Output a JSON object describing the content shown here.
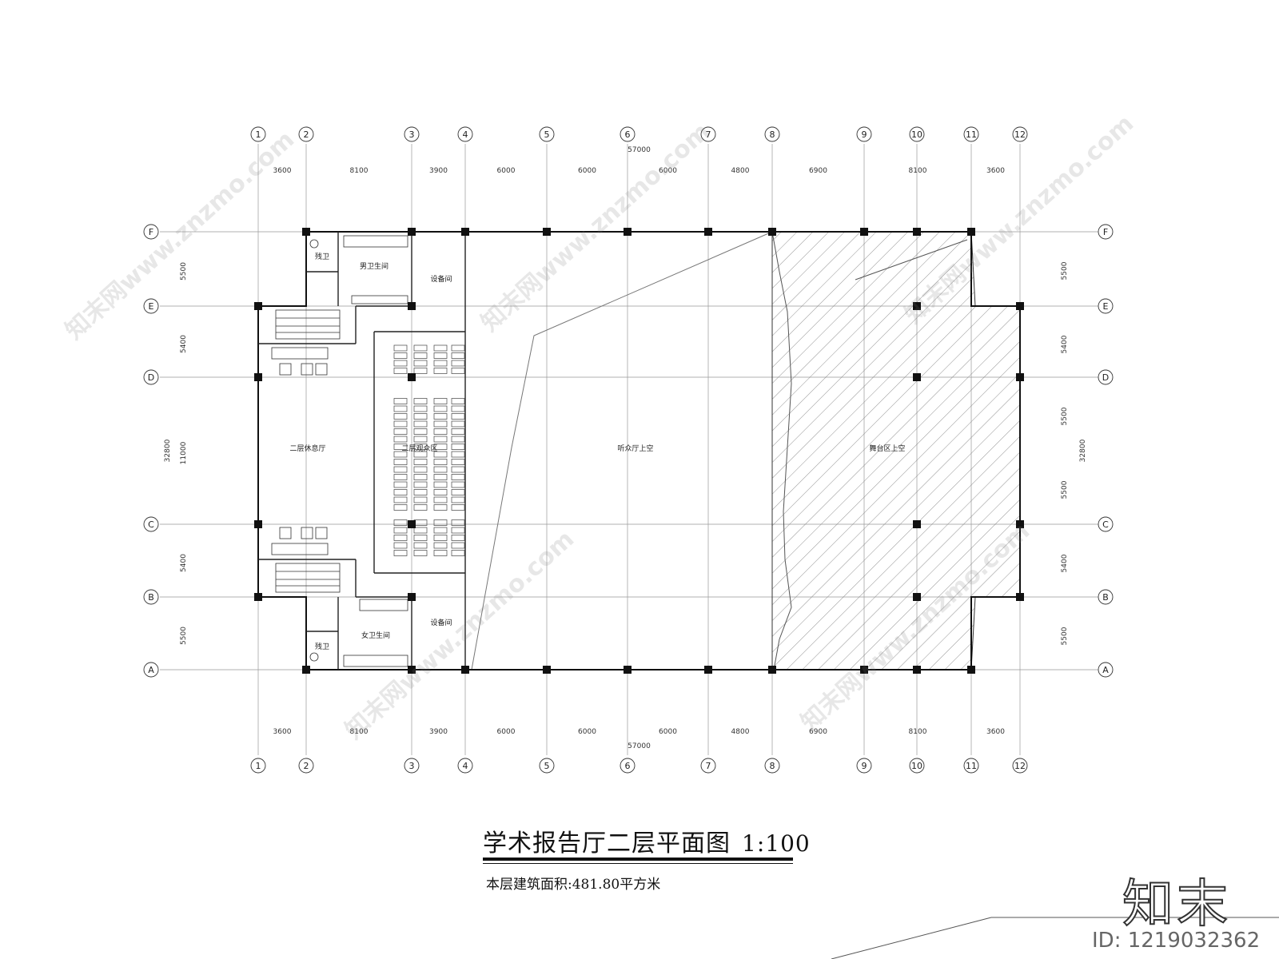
{
  "drawing": {
    "title": "学术报告厅二层平面图",
    "scale": "1:100",
    "area_note": "本层建筑面积:481.80平方米",
    "brand": "知末",
    "brand_id": "ID: 1219032362",
    "watermark": "知末网www.znzmo.com"
  },
  "axes": {
    "columns": [
      "1",
      "2",
      "3",
      "4",
      "5",
      "6",
      "7",
      "8",
      "9",
      "10",
      "11",
      "12"
    ],
    "rows": [
      "A",
      "B",
      "C",
      "D",
      "E",
      "F"
    ]
  },
  "dimensions": {
    "overall_width": "57000",
    "overall_depth": "32800",
    "span_labels_x": [
      "3600",
      "8100",
      "3900",
      "6000",
      "6000",
      "6000",
      "4800",
      "6900",
      "8100",
      "3600"
    ],
    "span_labels_y_left": [
      "5500",
      "5400",
      "11000",
      "5400",
      "5500"
    ],
    "span_labels_y_right": [
      "5500",
      "5400",
      "5500",
      "5500",
      "5400",
      "5500"
    ]
  },
  "rooms": {
    "mens_wc": "男卫生间",
    "womens_wc": "女卫生间",
    "accessible_wc_top": "残卫",
    "accessible_wc_bottom": "残卫",
    "equipment_top": "设备间",
    "equipment_bottom": "设备间",
    "lounge": "二层休息厅",
    "seating": "二层观众区",
    "hall_void": "听众厅上空",
    "stage_void": "舞台区上空"
  }
}
